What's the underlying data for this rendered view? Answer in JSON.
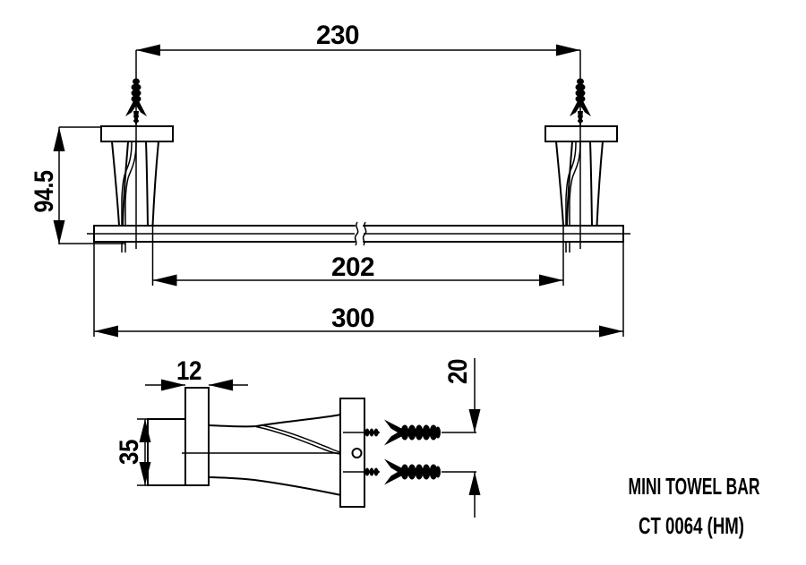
{
  "product": {
    "title": "MINI TOWEL BAR",
    "code": "CT 0064 (HM)"
  },
  "front_view": {
    "screw_spacing": "230",
    "bracket_height": "94.5",
    "clear_span": "202",
    "overall_length": "300"
  },
  "side_view": {
    "post_width": "12",
    "bar_height": "35",
    "screw_gap": "20"
  },
  "style": {
    "line_color": "#000000",
    "background": "#ffffff"
  }
}
